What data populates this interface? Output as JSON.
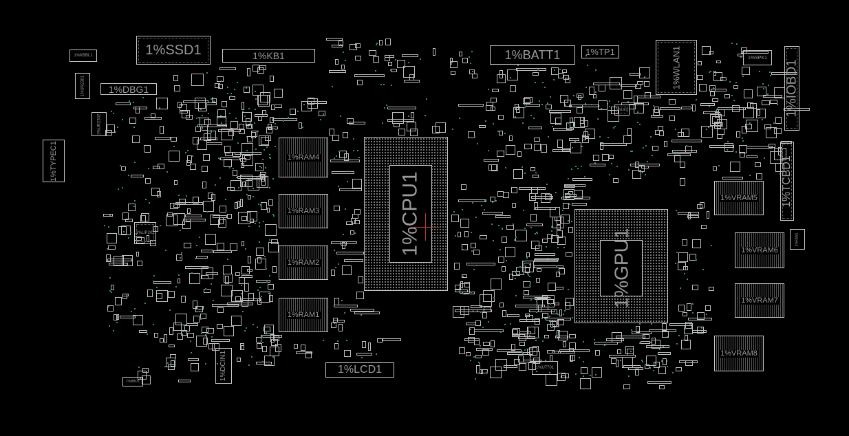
{
  "board": {
    "components": {
      "ssd": "1%SSD1",
      "kb": "1%KB1",
      "batt": "1%BATT1",
      "tp": "1%TP1",
      "wlan": "1%WLAN1",
      "spk": "1%SPK1",
      "iobd": "1%IOBD1",
      "tcbd": "1%TCBD1",
      "kbbl": "1%KBBL1",
      "ur2301": "1%UR2301",
      "ur2302": "1%UR2302",
      "dbg": "1%DBG1",
      "typec": "1%TYPEC1",
      "up202": "1%UP202",
      "bbd": "1%BBD1",
      "dcin": "1%DCIN1",
      "ram4": "1%RAM4",
      "ram3": "1%RAM3",
      "ram2": "1%RAM2",
      "ram1": "1%RAM1",
      "cpu": "1%CPU1",
      "lcd": "1%LCD1",
      "gpu": "1%GPU1",
      "vram5": "1%VRAM5",
      "vram6": "1%VRAM6",
      "vram7": "1%VRAM7",
      "vram8": "1%VRAM8",
      "ue3": "1%UE3",
      "u7701": "1%U7701",
      "fan": "1%FAN1"
    },
    "colors": {
      "background": "#000000",
      "outline": "#c9c9c9",
      "testpoint": "#2f8f80",
      "cursor": "#c0392b"
    }
  }
}
